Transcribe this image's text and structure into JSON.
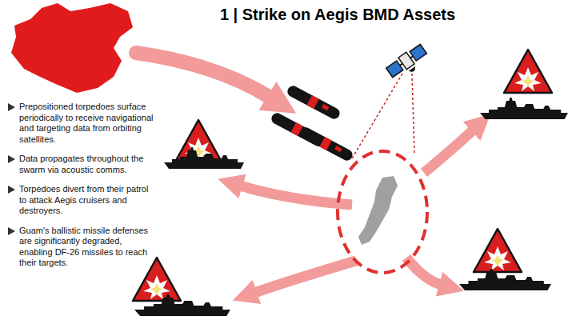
{
  "diagram": {
    "title": "1 | Strike on Aegis BMD Assets",
    "labels": [
      "Prepositioned torpedoes surface periodically to receive navigational and targeting data from orbiting satellites.",
      "Data propagates throughout the swarm via acoustic comms.",
      "Torpedoes divert from their patrol to attack Aegis cruisers and destroyers.",
      "Guam's ballistic missile defenses are significantly degraded, enabling DF-26 missiles to reach their targets."
    ]
  }
}
